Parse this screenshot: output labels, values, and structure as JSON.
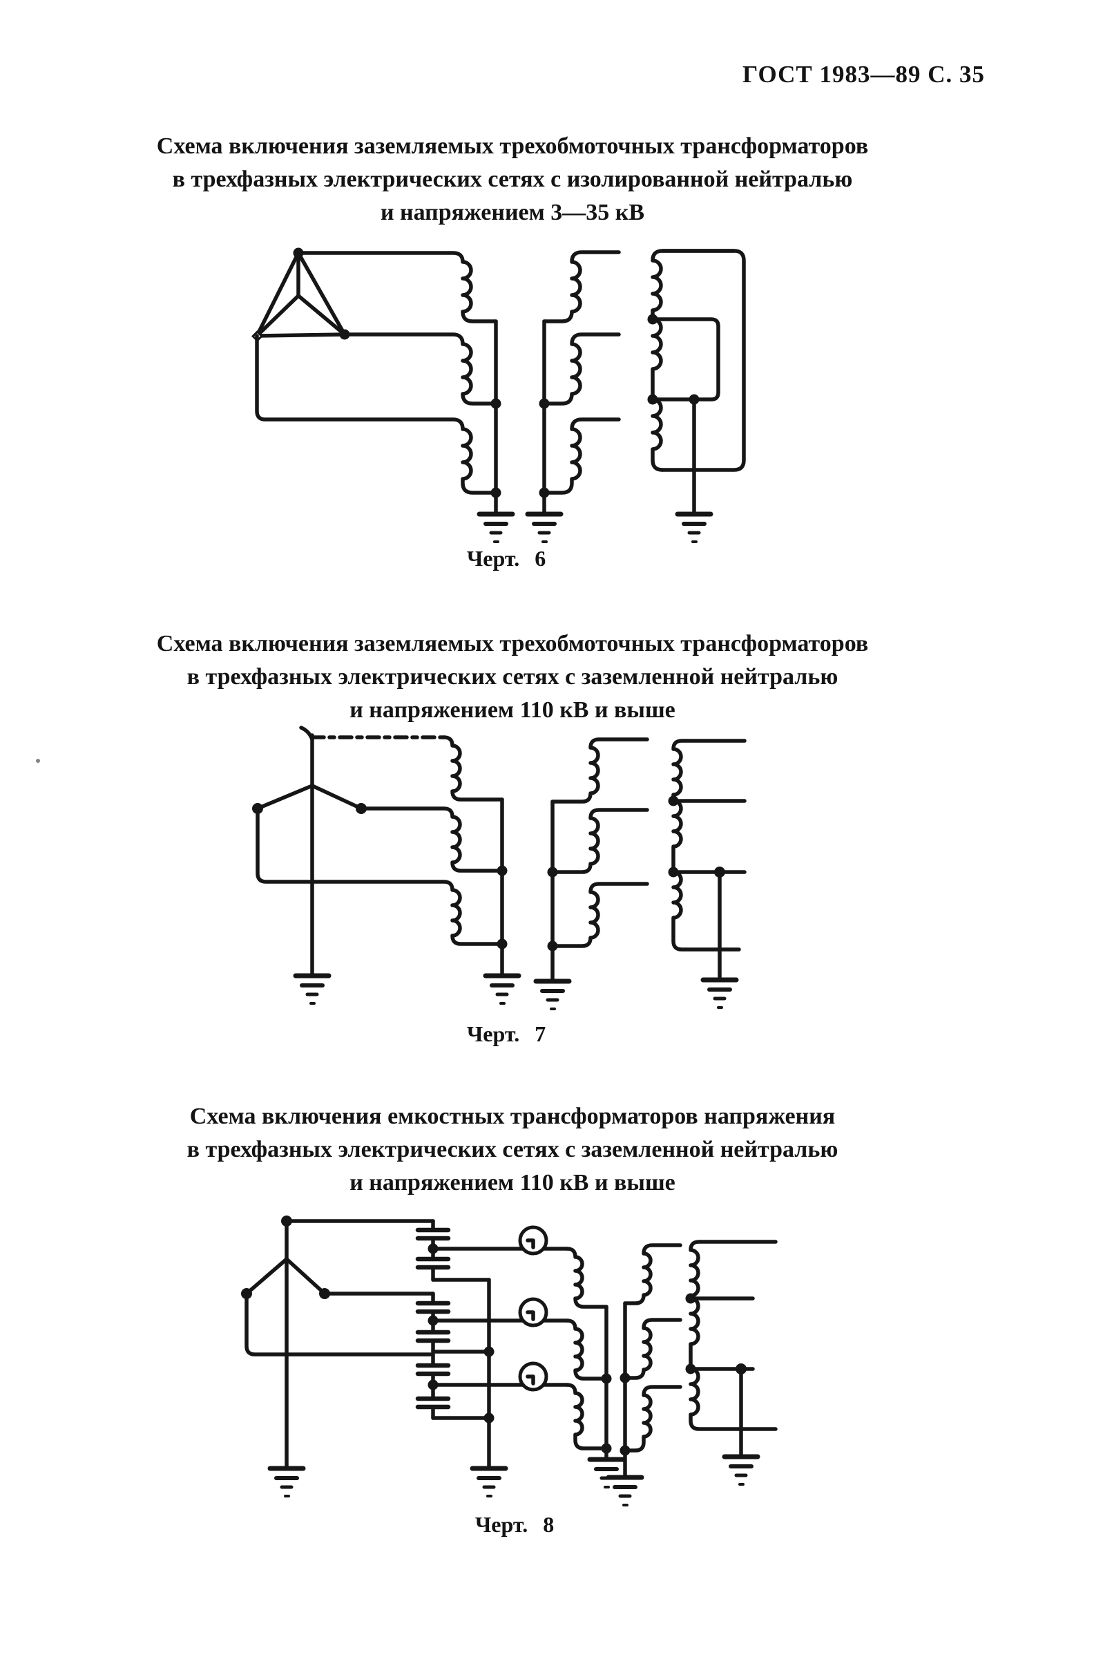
{
  "page": {
    "header": "ГОСТ 1983—89 С. 35",
    "background_color": "#ffffff",
    "ink_color": "#161616"
  },
  "figures": [
    {
      "caption": "Черт. 6",
      "title_lines": [
        "Схема включения заземляемых трехобмоточных трансформаторов",
        "в трехфазных электрических сетях с изолированной нейтралью",
        "и напряжением 3—35 кВ"
      ]
    },
    {
      "caption": "Черт. 7",
      "title_lines": [
        "Схема включения заземляемых трехобмоточных трансформаторов",
        "в трехфазных электрических сетях с заземленной нейтралью",
        "и напряжением 110 кВ и выше"
      ]
    },
    {
      "caption": "Черт. 8",
      "title_lines": [
        "Схема включения емкостных трансформаторов напряжения",
        "в трехфазных электрических сетях с заземленной нейтралью",
        "и напряжением 110 кВ и выше"
      ]
    }
  ]
}
